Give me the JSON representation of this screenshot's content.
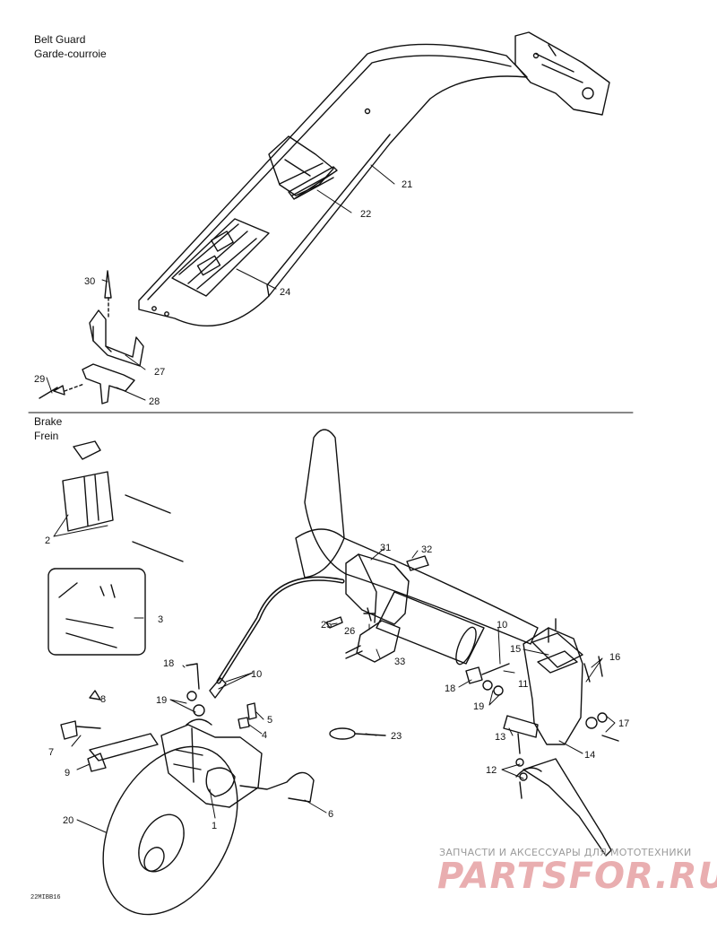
{
  "sections": {
    "belt_guard": {
      "title_en": "Belt Guard",
      "title_fr": "Garde-courroie"
    },
    "brake": {
      "title_en": "Brake",
      "title_fr": "Frein"
    }
  },
  "callouts": {
    "p21": "21",
    "p22": "22",
    "p24": "24",
    "p30": "30",
    "p27": "27",
    "p29": "29",
    "p28": "28",
    "p2": "2",
    "p3": "3",
    "p31": "31",
    "p32": "32",
    "p25": "25",
    "p26": "26",
    "p33": "33",
    "p10a": "10",
    "p10b": "10",
    "p15": "15",
    "p16": "16",
    "p11": "11",
    "p18a": "18",
    "p18b": "18",
    "p19a": "19",
    "p19b": "19",
    "p17": "17",
    "p8": "8",
    "p5": "5",
    "p4": "4",
    "p7": "7",
    "p13": "13",
    "p14": "14",
    "p12": "12",
    "p9": "9",
    "p23": "23",
    "p6": "6",
    "p1": "1",
    "p20": "20"
  },
  "drawing_code": "22MIBB16",
  "watermark": {
    "tagline": "ЗАПЧАСТИ И АКСЕССУАРЫ ДЛЯ МОТОТЕХНИКИ",
    "logo": "PARTSFOR.RU"
  },
  "colors": {
    "ink": "#111111",
    "watermark_text": "#9b9b9b",
    "watermark_logo": "#e9aeb0"
  }
}
